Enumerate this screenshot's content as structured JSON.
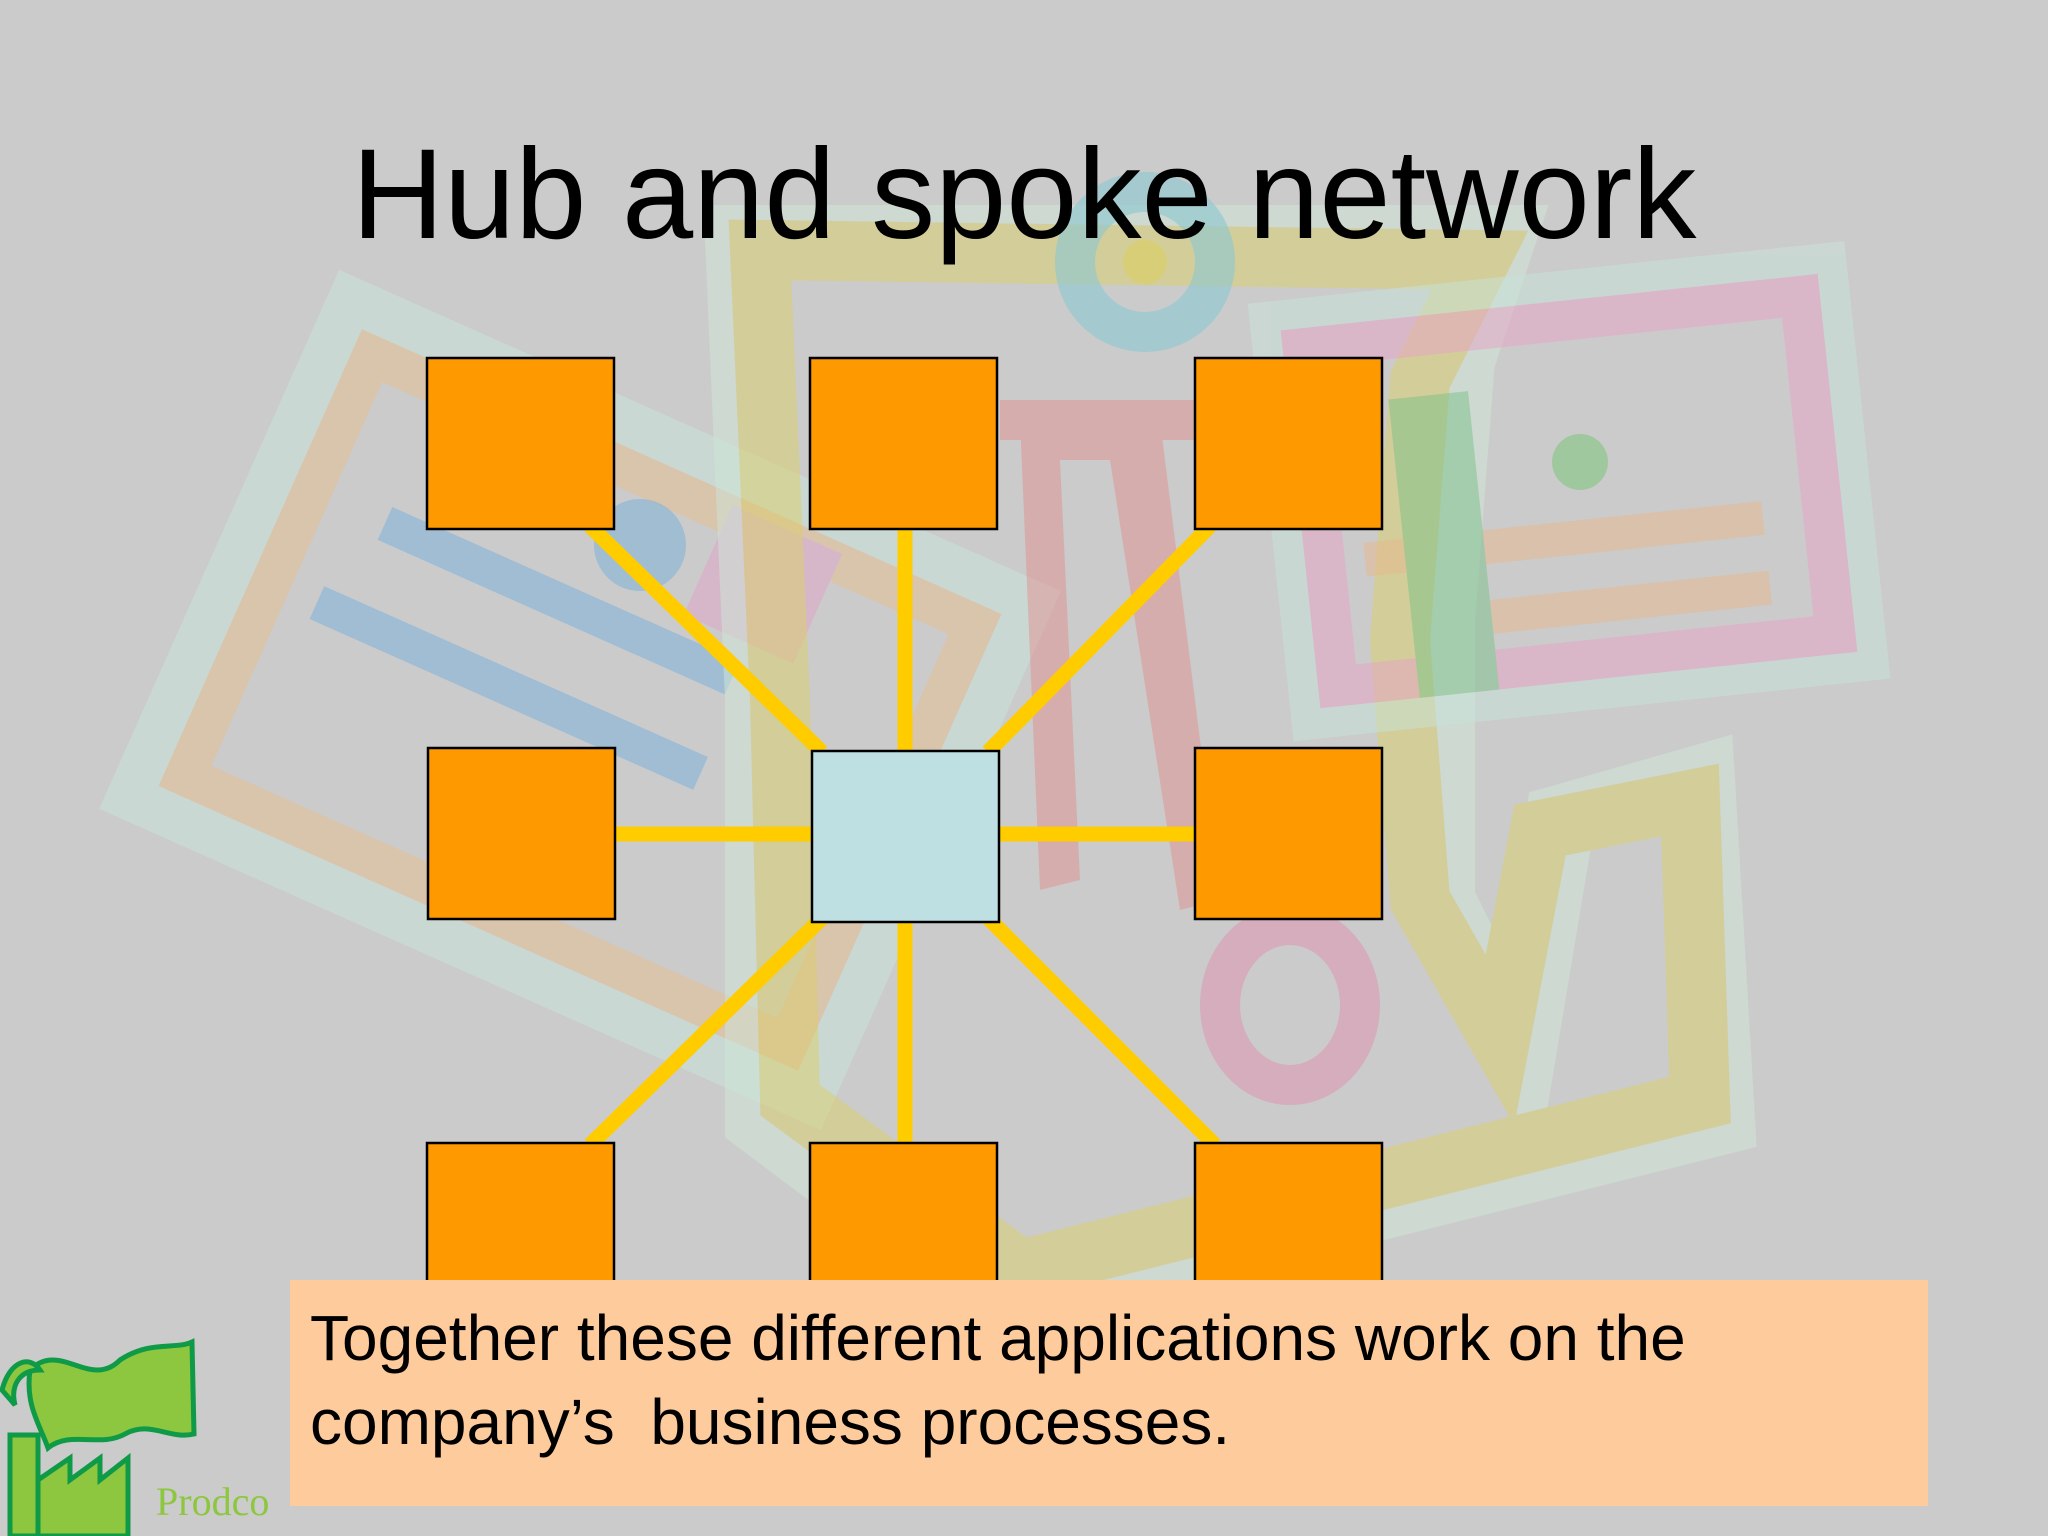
{
  "slide": {
    "title": "Hub and spoke network",
    "caption": "Together these different applications work on the company’s  business processes.",
    "logo_text": "Prodco"
  },
  "colors": {
    "background": "#cbcbcb",
    "spoke_node": "#ff9900",
    "hub_node": "#bfe0e2",
    "connector": "#ffcc00",
    "caption_box": "#fecb9c",
    "logo_green": "#8dc63f"
  },
  "diagram": {
    "type": "hub-and-spoke",
    "hub": "hub-node",
    "spokes": [
      "spoke-node-top-left",
      "spoke-node-top-center",
      "spoke-node-top-right",
      "spoke-node-middle-left",
      "spoke-node-middle-right",
      "spoke-node-bottom-left",
      "spoke-node-bottom-center",
      "spoke-node-bottom-right"
    ],
    "node_labels": []
  },
  "icons": {
    "logo": "factory-flag-icon"
  }
}
